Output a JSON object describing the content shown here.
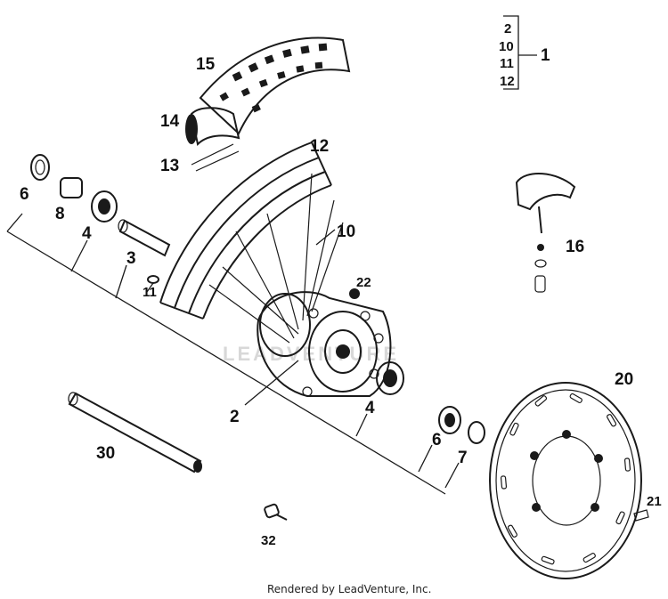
{
  "diagram": {
    "callouts": {
      "p1": "1",
      "p2_box": "2",
      "p10_box": "10",
      "p11_box": "11",
      "p12_box": "12",
      "p15": "15",
      "p14": "14",
      "p13": "13",
      "p12_rim": "12",
      "p6_left": "6",
      "p8": "8",
      "p4_left": "4",
      "p3": "3",
      "p11": "11",
      "p10": "10",
      "p22": "22",
      "p16": "16",
      "p2": "2",
      "p4_right": "4",
      "p6_right": "6",
      "p7": "7",
      "p30": "30",
      "p20": "20",
      "p21": "21",
      "p32": "32"
    },
    "watermark": "LEADVENTURE",
    "footer": "Rendered by LeadVenture, Inc."
  }
}
